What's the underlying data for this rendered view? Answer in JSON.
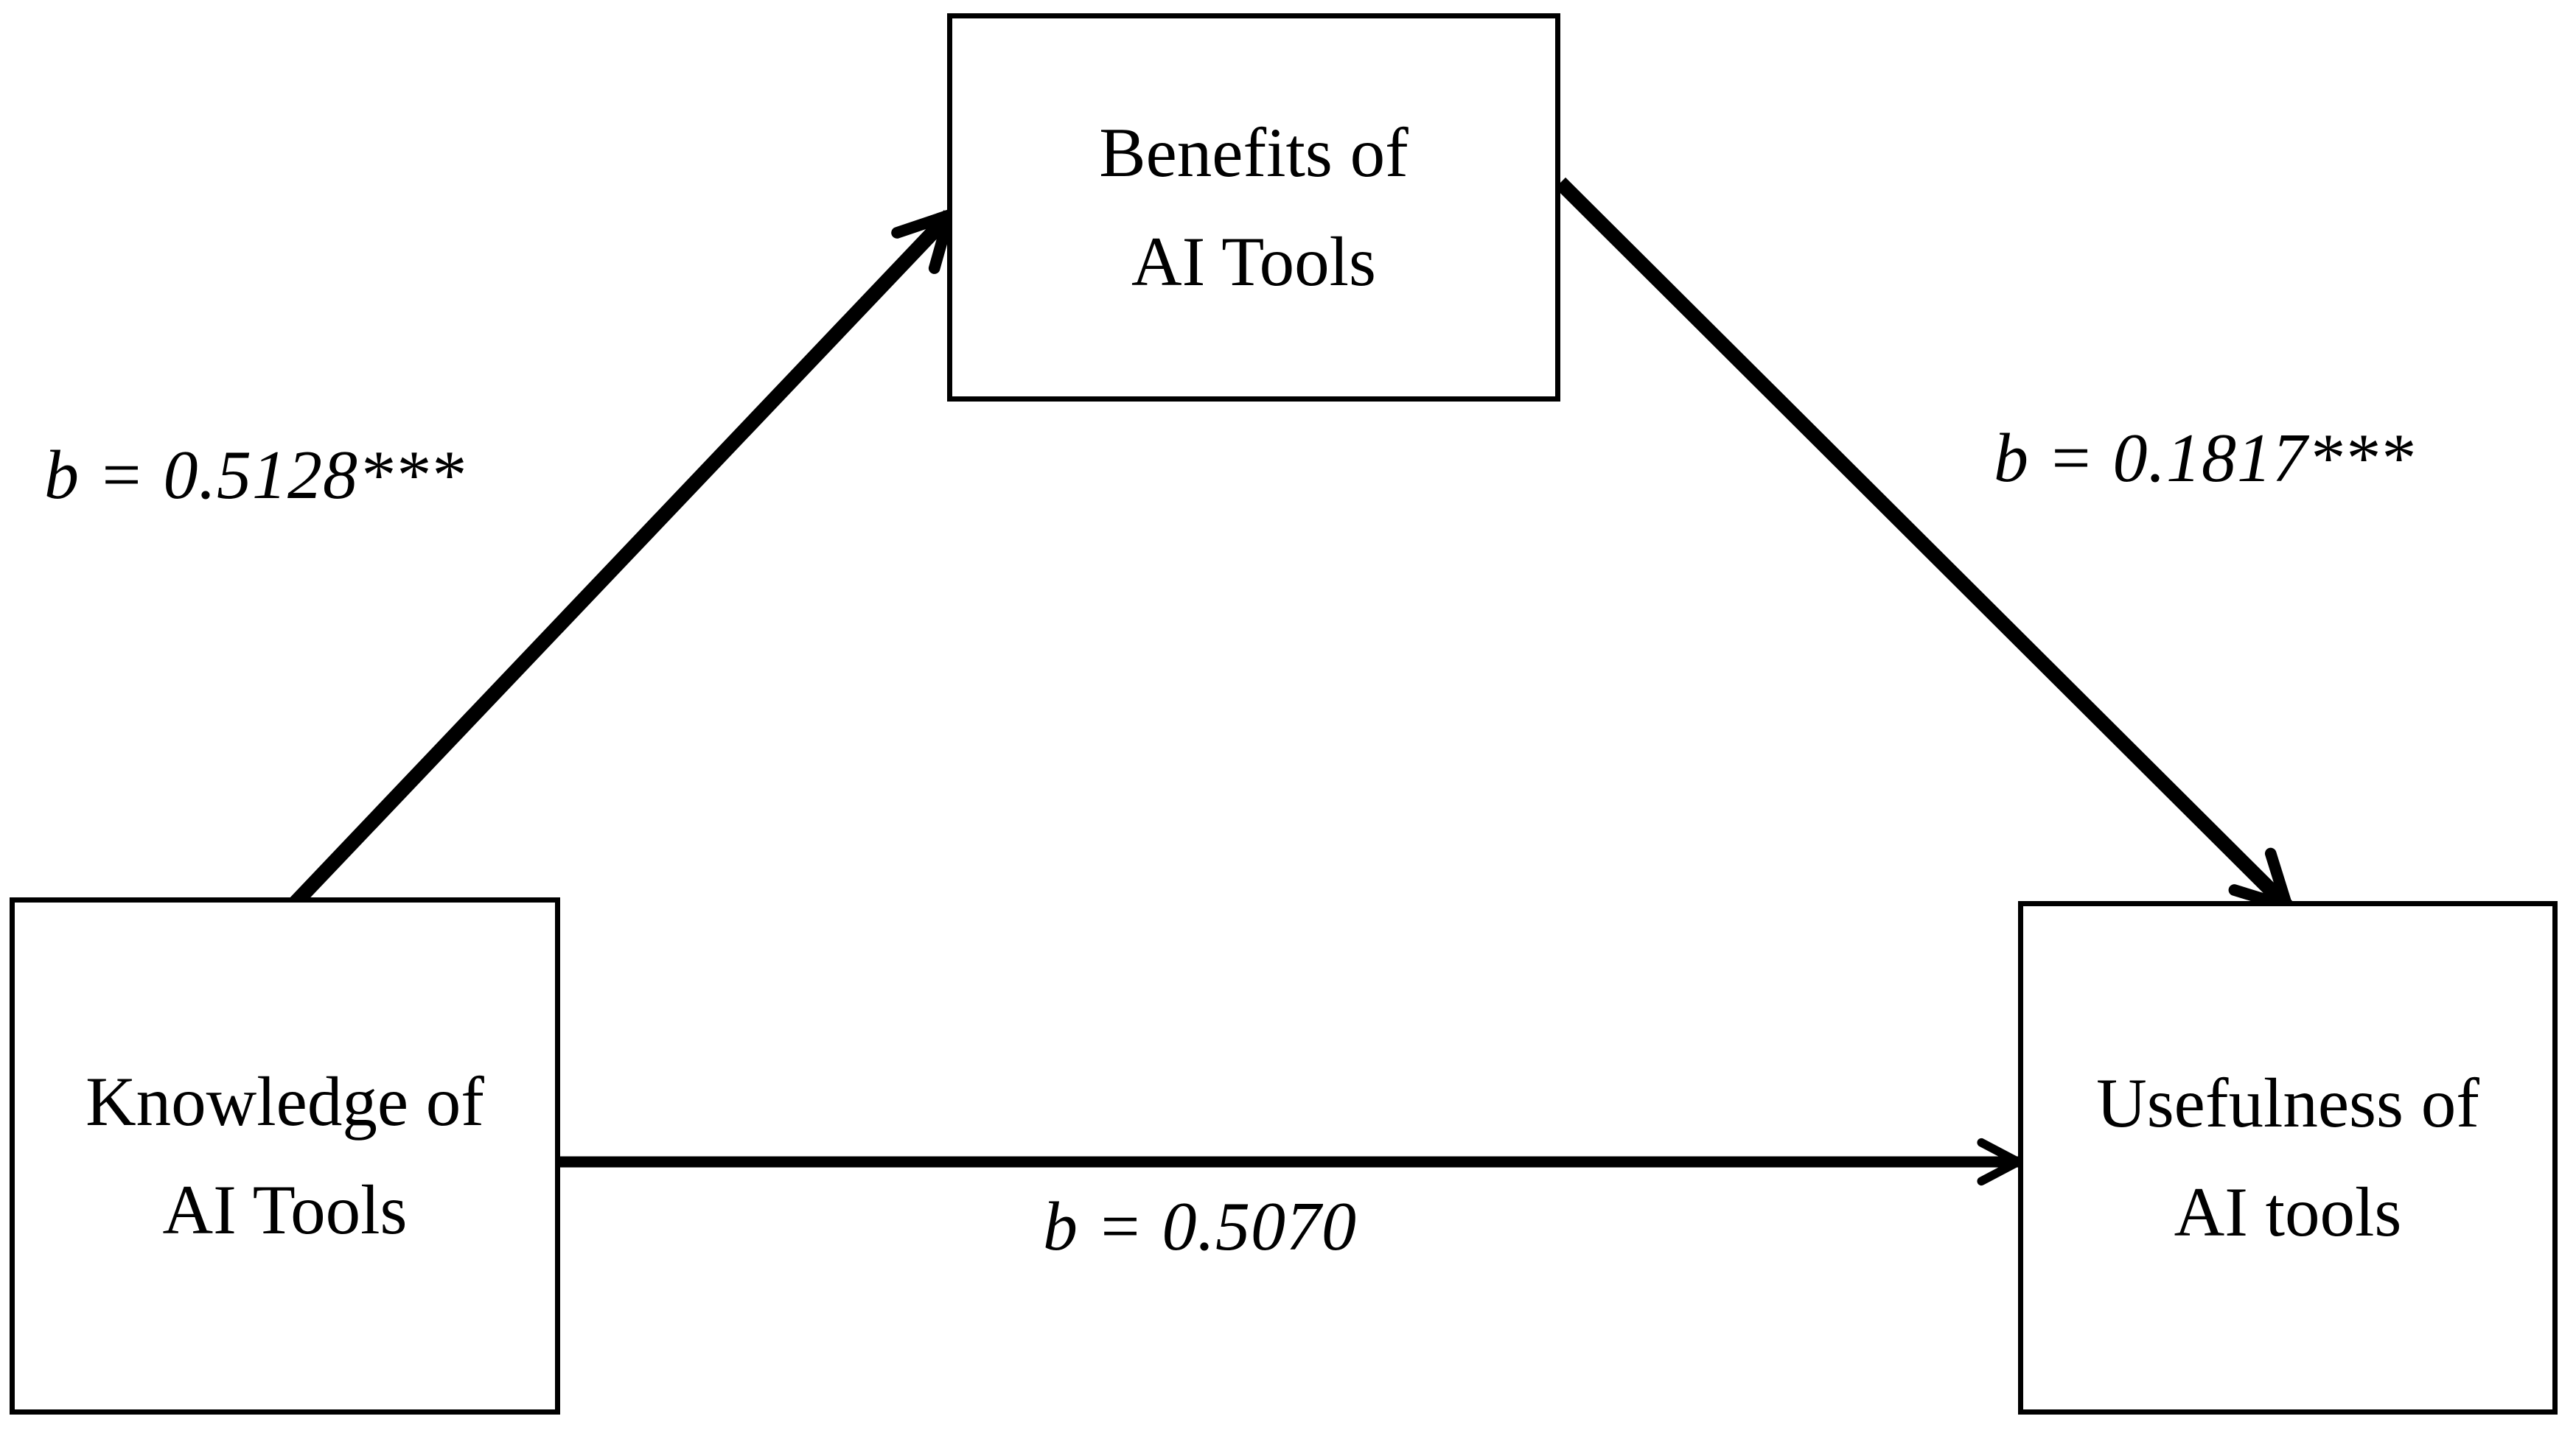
{
  "diagram": {
    "type": "mediation-model",
    "colors": {
      "ink": "#000000",
      "background": "#ffffff"
    },
    "nodes": {
      "predictor": {
        "line1": "Knowledge of",
        "line2": "AI Tools"
      },
      "mediator": {
        "line1": "Benefits of",
        "line2": "AI Tools"
      },
      "outcome": {
        "line1": "Usefulness of",
        "line2": "AI tools"
      }
    },
    "paths": {
      "a": {
        "from": "predictor",
        "to": "mediator",
        "label": "b = 0.5128***"
      },
      "b": {
        "from": "mediator",
        "to": "outcome",
        "label": "b = 0.1817***"
      },
      "c": {
        "from": "predictor",
        "to": "outcome",
        "label": "b = 0.5070"
      }
    }
  }
}
